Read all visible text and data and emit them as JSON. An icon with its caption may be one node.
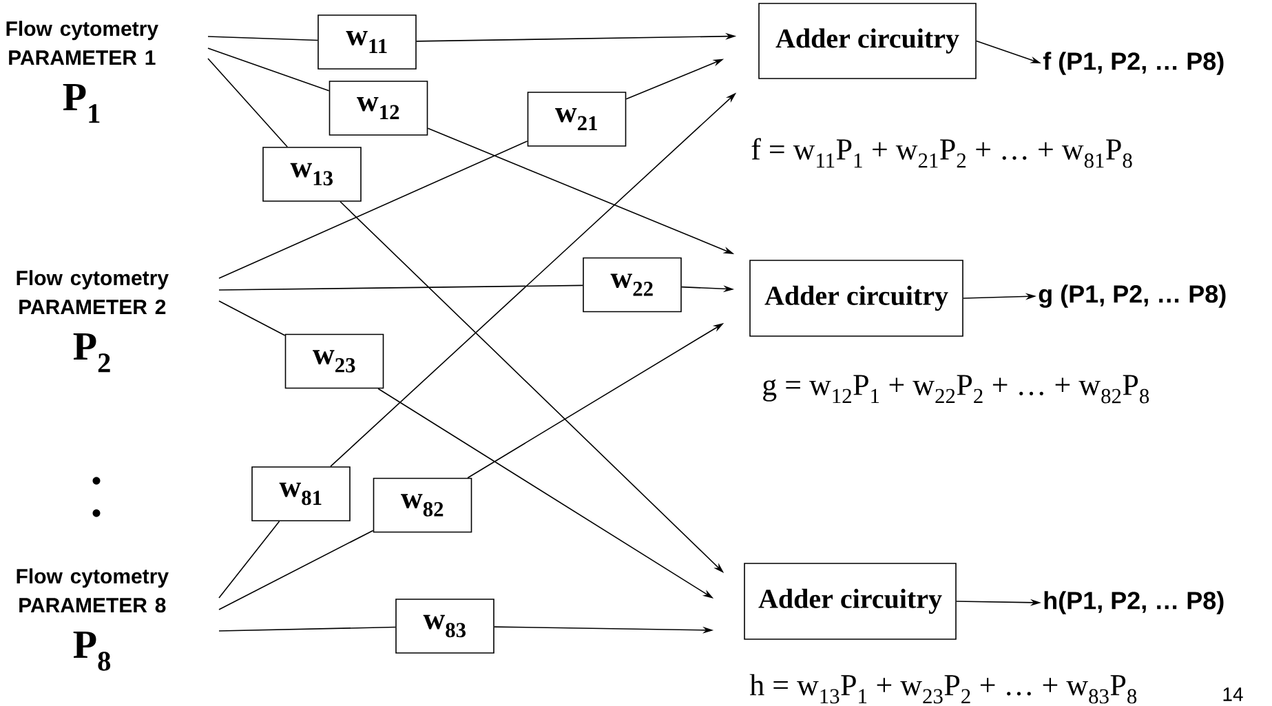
{
  "diagram": {
    "nodes": [
      {
        "text": [
          "Flow cytometry PARAMETER 1",
          "P$_{1}$"
        ]
      },
      {
        "text": [
          "Flow cytometry PARAMETER 2",
          "P$_{2}$"
        ]
      },
      {
        "text": [
          "Flow cytometry PARAMETER 8",
          "P$_{8}$"
        ]
      },
      {
        "text": [
          "w$_{11}$"
        ]
      },
      {
        "text": [
          "w$_{12}$"
        ]
      },
      {
        "text": [
          "w$_{13}$"
        ]
      },
      {
        "text": [
          "w$_{21}$"
        ]
      },
      {
        "text": [
          "w$_{22}$"
        ]
      },
      {
        "text": [
          "w$_{23}$"
        ]
      },
      {
        "text": [
          "w$_{81}$"
        ]
      },
      {
        "text": [
          "w$_{82}$"
        ]
      },
      {
        "text": [
          "w$_{83}$"
        ]
      },
      {
        "text": [
          "Adder circuitry"
        ],
        "beside": [
          "f = w$_{11}$P$_{1}$ + w$_{21}$P$_{2}$ + … + w$_{81}$P$_{8}$"
        ]
      },
      {
        "text": [
          "Adder circuitry"
        ],
        "beside": [
          "g = w$_{12}$P$_{1}$ + w$_{22}$P$_{2}$ + … + w$_{82}$P$_{8}$"
        ]
      },
      {
        "text": [
          "Adder circuitry"
        ],
        "beside": [
          "h = w$_{13}$P$_{1}$ + w$_{23}$P$_{2}$ + … + w$_{83}$P$_{8}$"
        ]
      },
      {
        "text": [
          "f (P1, P2, … P8)"
        ]
      },
      {
        "text": [
          "g (P1, P2, … P8)"
        ]
      },
      {
        "text": [
          "h(P1, P2, … P8)"
        ]
      }
    ],
    "edges": [
      {
        "from": 0,
        "to": 3,
        "arrow": "none"
      },
      {
        "from": 0,
        "to": 4,
        "arrow": "none"
      },
      {
        "from": 0,
        "to": 5,
        "arrow": "none"
      },
      {
        "from": 1,
        "to": 6,
        "arrow": "none"
      },
      {
        "from": 1,
        "to": 7,
        "arrow": "none"
      },
      {
        "from": 1,
        "to": 8,
        "arrow": "none"
      },
      {
        "from": 2,
        "to": 9,
        "arrow": "none"
      },
      {
        "from": 2,
        "to": 10,
        "arrow": "none"
      },
      {
        "from": 2,
        "to": 11,
        "arrow": "none"
      },
      {
        "from": 3,
        "to": 12,
        "arrow": "to"
      },
      {
        "from": 4,
        "to": 13,
        "arrow": "to"
      },
      {
        "from": 5,
        "to": 14,
        "arrow": "to"
      },
      {
        "from": 6,
        "to": 12,
        "arrow": "to"
      },
      {
        "from": 7,
        "to": 13,
        "arrow": "to"
      },
      {
        "from": 8,
        "to": 14,
        "arrow": "to"
      },
      {
        "from": 9,
        "to": 12,
        "arrow": "to"
      },
      {
        "from": 10,
        "to": 13,
        "arrow": "to"
      },
      {
        "from": 11,
        "to": 14,
        "arrow": "to"
      },
      {
        "from": 12,
        "to": 15,
        "arrow": "to"
      },
      {
        "from": 13,
        "to": 16,
        "arrow": "to"
      },
      {
        "from": 14,
        "to": 17,
        "arrow": "to"
      }
    ],
    "labels": [
      "14"
    ]
  }
}
